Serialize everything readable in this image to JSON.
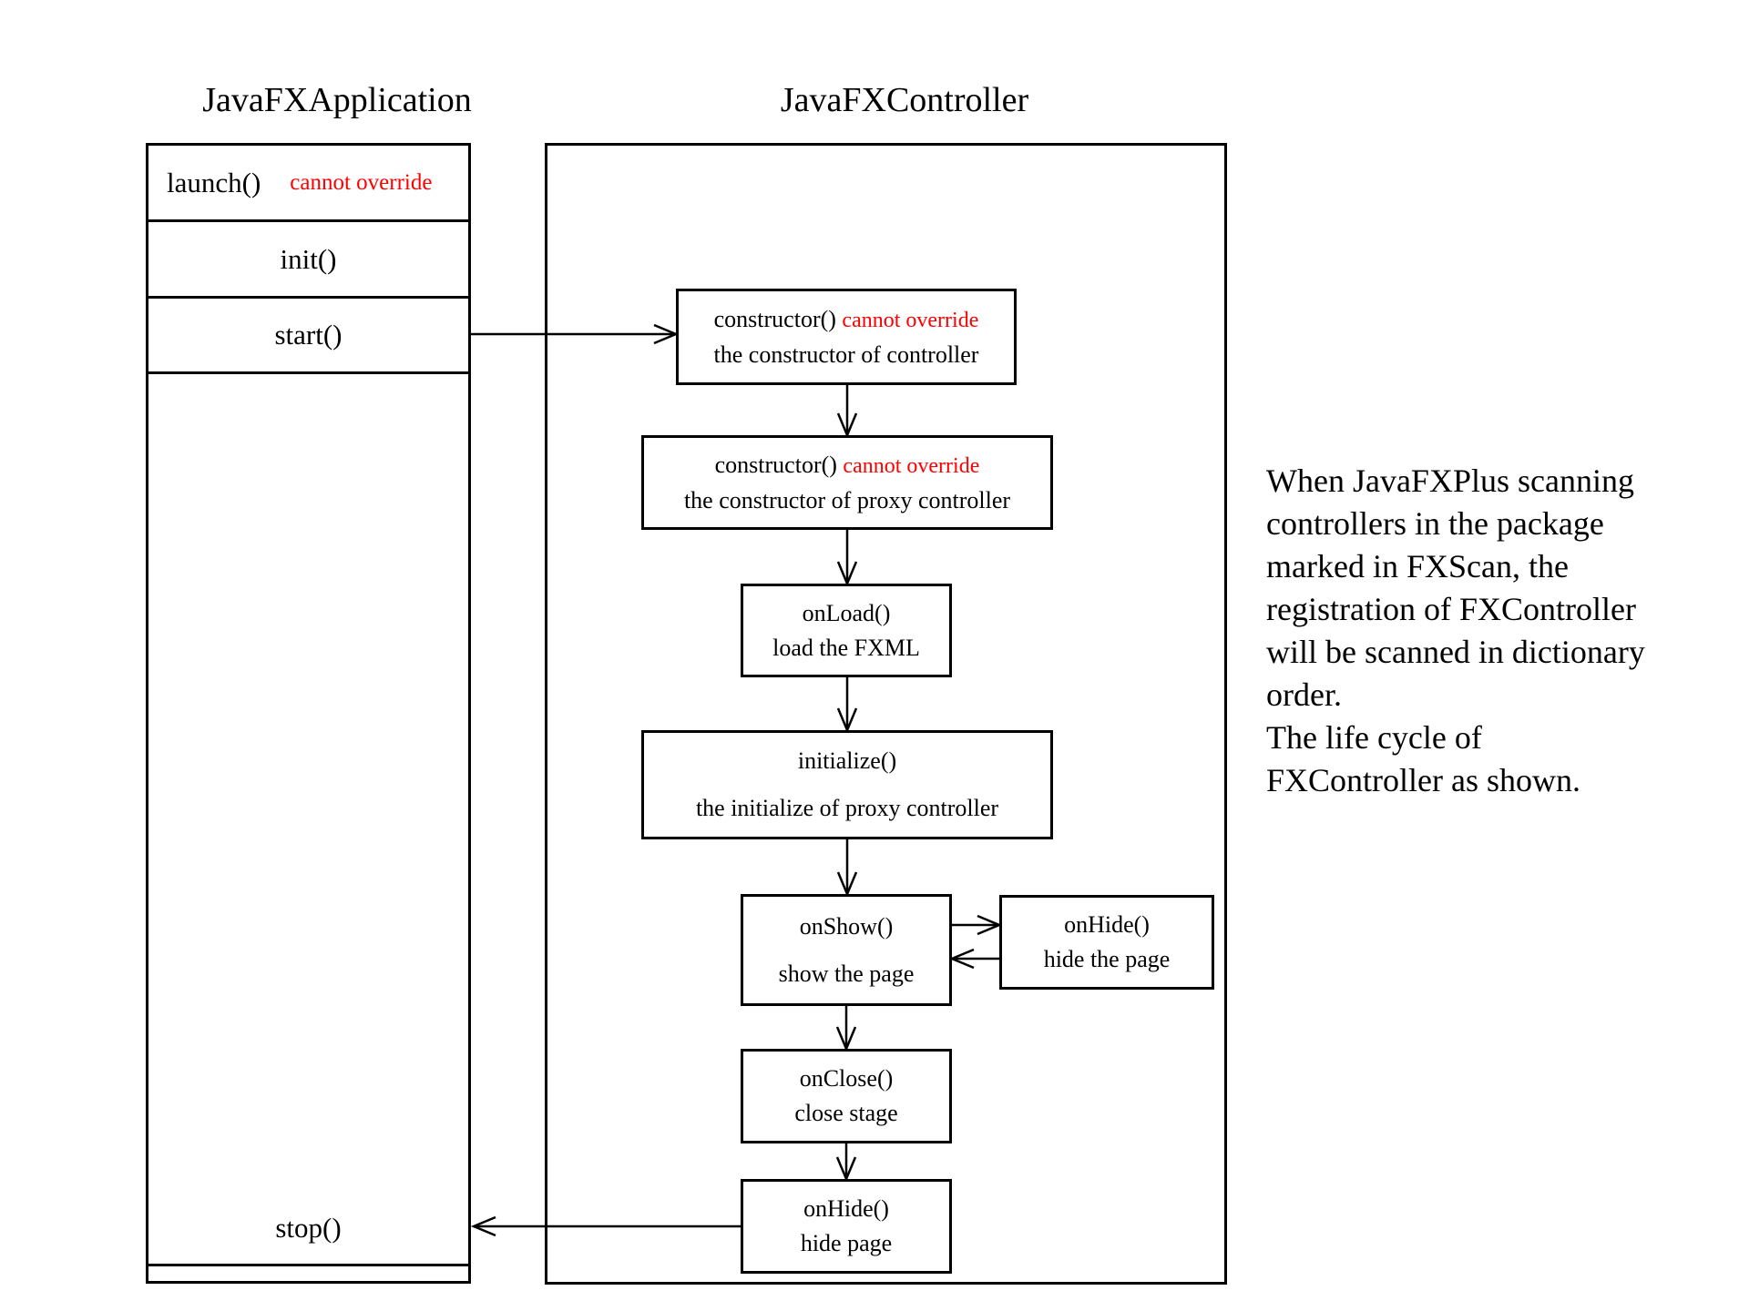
{
  "colors": {
    "ink": "#000000",
    "warning_red": "#ff0000",
    "background": "#ffffff"
  },
  "classes": {
    "application": {
      "title": "JavaFXApplication",
      "launch_label": "launch()",
      "launch_note": "cannot override",
      "init_label": "init()",
      "start_label": "start()",
      "stop_label": "stop()"
    },
    "controller": {
      "title": "JavaFXController"
    }
  },
  "flow": [
    {
      "id": "constructor-controller",
      "title": "constructor()",
      "note": "cannot override",
      "subtitle": "the constructor of controller"
    },
    {
      "id": "constructor-proxy",
      "title": "constructor()",
      "note": "cannot override",
      "subtitle": "the constructor of proxy controller"
    },
    {
      "id": "onload",
      "title": "onLoad()",
      "subtitle": "load the FXML"
    },
    {
      "id": "initialize",
      "title": "initialize()",
      "subtitle": "the initialize of proxy controller"
    },
    {
      "id": "onshow",
      "title": "onShow()",
      "subtitle": "show the page"
    },
    {
      "id": "onhide-side",
      "title": "onHide()",
      "subtitle": "hide the page"
    },
    {
      "id": "onclose",
      "title": "onClose()",
      "subtitle": "close stage"
    },
    {
      "id": "onhide-bottom",
      "title": "onHide()",
      "subtitle": "hide page"
    }
  ],
  "side_note": {
    "lines": [
      "When JavaFXPlus scanning",
      "controllers in the package",
      "marked in FXScan, the",
      "registration of FXController",
      "will be scanned in dictionary",
      "order.",
      "The life cycle of",
      "FXController as shown."
    ]
  }
}
